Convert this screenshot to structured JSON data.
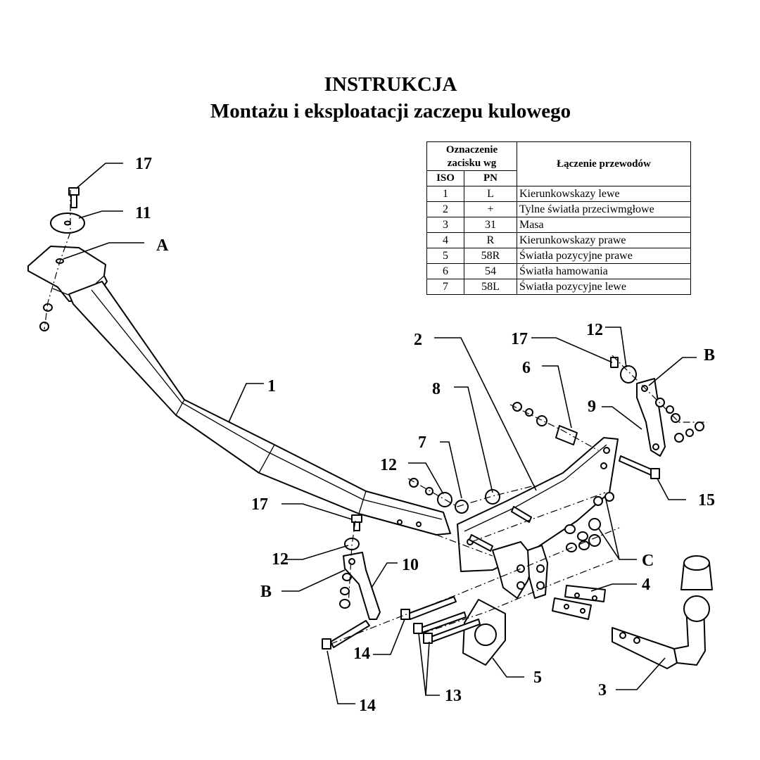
{
  "title": {
    "line1": "INSTRUKCJA",
    "line2": "Montażu i eksploatacji zaczepu kulowego"
  },
  "wiring_table": {
    "header_group": "Oznaczenie zacisku wg",
    "col_iso": "ISO",
    "col_pn": "PN",
    "col_desc": "Łączenie przewodów",
    "rows": [
      {
        "iso": "1",
        "pn": "L",
        "desc": "Kierunkowskazy lewe"
      },
      {
        "iso": "2",
        "pn": "+",
        "desc": "Tylne światła przeciwmgłowe"
      },
      {
        "iso": "3",
        "pn": "31",
        "desc": "Masa"
      },
      {
        "iso": "4",
        "pn": "R",
        "desc": "Kierunkowskazy prawe"
      },
      {
        "iso": "5",
        "pn": "58R",
        "desc": "Światła pozycyjne prawe"
      },
      {
        "iso": "6",
        "pn": "54",
        "desc": "Światła hamowania"
      },
      {
        "iso": "7",
        "pn": "58L",
        "desc": "Światła pozycyjne lewe"
      }
    ]
  },
  "callouts": {
    "n17_top": "17",
    "n11": "11",
    "nA": "A",
    "n1": "1",
    "n2": "2",
    "n8": "8",
    "n6": "6",
    "n17_right": "17",
    "n12_right": "12",
    "nB_right": "B",
    "n9": "9",
    "n7": "7",
    "n12_mid": "12",
    "n15": "15",
    "n17_left": "17",
    "n12_left": "12",
    "nB_left": "B",
    "n10": "10",
    "nC": "C",
    "n4": "4",
    "n14_mid": "14",
    "n5": "5",
    "n13": "13",
    "n3": "3",
    "n14_bottom": "14"
  }
}
